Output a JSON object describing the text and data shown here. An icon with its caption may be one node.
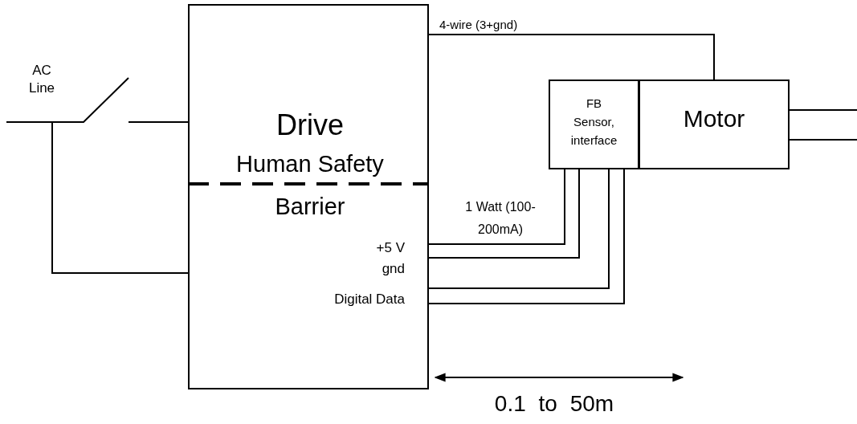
{
  "diagram": {
    "nodes": [
      {
        "text": [
          "Drive",
          "Human Safety Barrier",
          "+5 V",
          "gnd",
          "Digital Data"
        ]
      },
      {
        "text": [
          "FB Sensor, interface"
        ]
      },
      {
        "text": [
          "Motor"
        ]
      }
    ],
    "edges": [
      {
        "from": null,
        "to": 0,
        "arrow": "none"
      },
      {
        "from": null,
        "to": 0,
        "arrow": "none"
      },
      {
        "from": 0,
        "to": 2,
        "arrow": "none",
        "label": "4-wire (3+gnd)"
      },
      {
        "from": 0,
        "to": 1,
        "arrow": "none"
      },
      {
        "from": 0,
        "to": 1,
        "arrow": "none"
      },
      {
        "from": 0,
        "to": 1,
        "arrow": "none"
      },
      {
        "from": 0,
        "to": 1,
        "arrow": "none"
      }
    ],
    "labels": [
      "AC Line",
      "1 Watt (100-200mA)",
      "0.1 to 50m"
    ]
  }
}
